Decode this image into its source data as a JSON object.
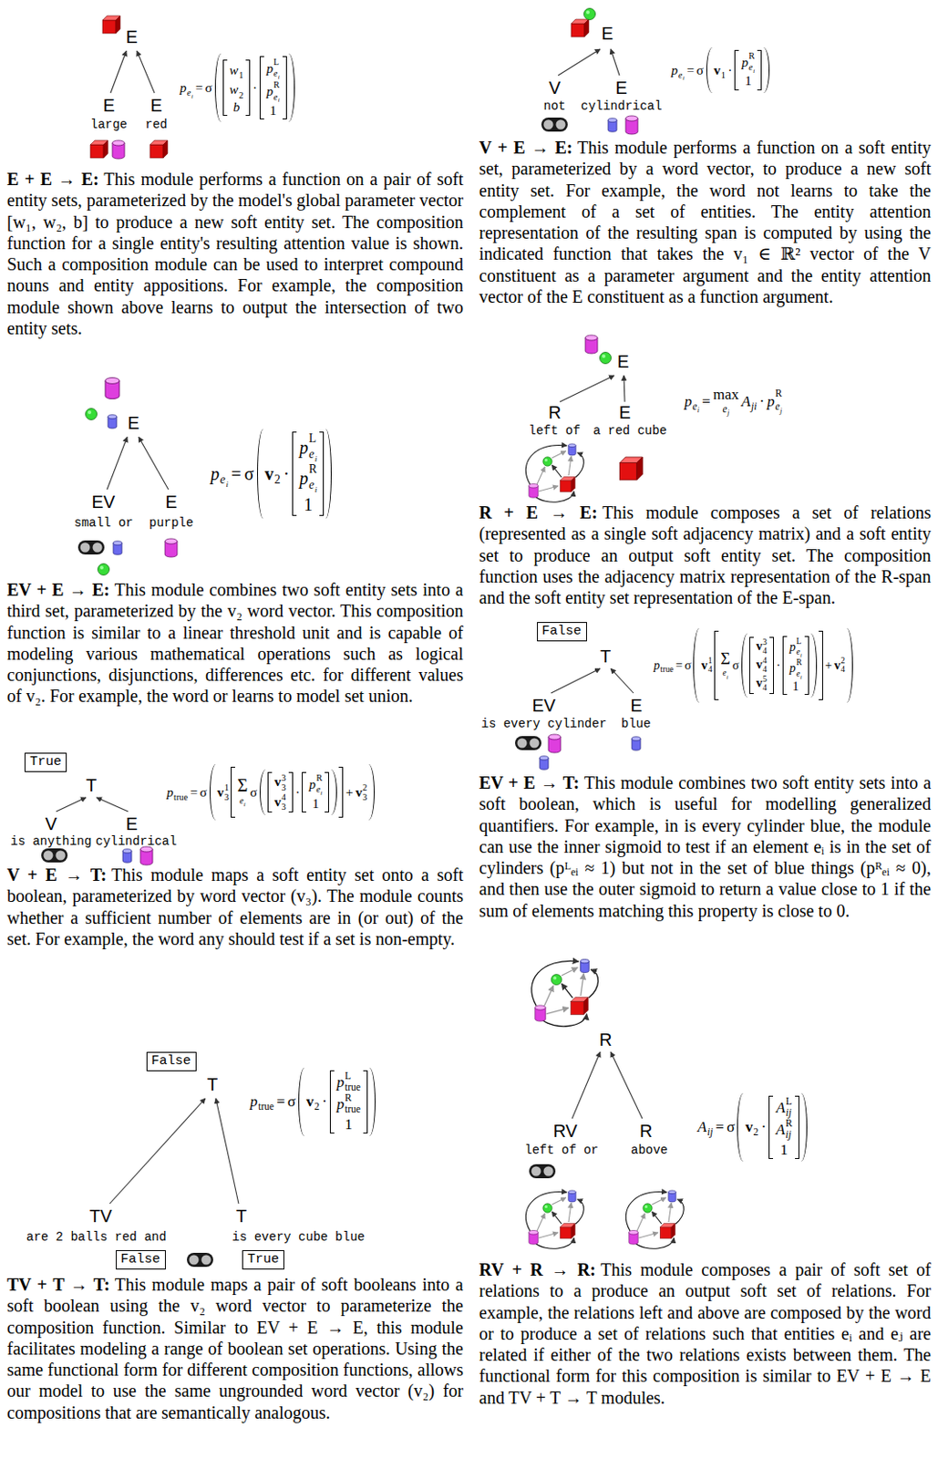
{
  "diagram": {
    "nodes": [
      {
        "text": [
          "True"
        ]
      },
      {
        "text": [
          "False"
        ]
      },
      {
        "text": [
          "False"
        ]
      },
      {
        "text": [
          "False"
        ]
      },
      {
        "text": [
          "True"
        ]
      }
    ],
    "labels": [
      "E",
      "E",
      "E",
      "large",
      "red",
      "p",
      "e",
      "i",
      "=",
      "σ",
      "w",
      "1",
      "w",
      "2",
      "b",
      "·",
      "p",
      "L",
      "e",
      "i",
      "p",
      "R",
      "e",
      "i",
      "1",
      "E + E → E:",
      "This module performs a function on a pair of soft entity sets, parameterized by the model's global parameter vector [w₁, w₂, b] to produce a new soft entity set. The composition function for a single entity's resulting attention value is shown. Such a composition module can be used to interpret compound nouns and entity appositions. For example, the composition module shown above learns to output the intersection of two entity sets.",
      "E",
      "V",
      "E",
      "not",
      "cylindrical",
      "p",
      "e",
      "i",
      "=",
      "σ",
      "v",
      "1",
      "·",
      "p",
      "R",
      "e",
      "i",
      "1",
      "V + E → E:",
      "This module performs a function on a soft entity set, parameterized by a word vector, to produce a new soft entity set. For example, the word not learns to take the complement of a set of entities. The entity attention representation of the resulting span is computed by using the indicated function that takes the v₁ ∈ ℝ² vector of the V constituent as a parameter argument and the entity attention vector of the E constituent as a function argument.",
      "E",
      "EV",
      "E",
      "small or",
      "purple",
      "p",
      "e",
      "i",
      "=",
      "σ",
      "v",
      "2",
      "·",
      "p",
      "L",
      "e",
      "i",
      "p",
      "R",
      "e",
      "i",
      "1",
      "EV + E → E:",
      "This module combines two soft entity sets into a third set, parameterized by the v₂ word vector. This composition function is similar to a linear threshold unit and is capable of modeling various mathematical operations such as logical conjunctions, disjunctions, differences etc. for different values of v₂. For example, the word or learns to model set union.",
      "E",
      "R",
      "E",
      "left of",
      "a red cube",
      "p",
      "e",
      "i",
      "=",
      "max",
      "e",
      "j",
      "A",
      "ji",
      "·",
      "p",
      "R",
      "e",
      "j",
      "R + E → E:",
      "This module composes a set of relations (represented as a single soft adjacency matrix) and a soft entity set to produce an output soft entity set. The composition function uses the adjacency matrix representation of the R-span and the soft entity set representation of the E-span.",
      "T",
      "V",
      "E",
      "is anything",
      "cylindrical",
      "p",
      "true",
      "=",
      "σ",
      "v",
      "1",
      "3",
      "Σ",
      "e",
      "i",
      "σ",
      "v",
      "3",
      "3",
      "v",
      "4",
      "3",
      "·",
      "p",
      "R",
      "e",
      "i",
      "1",
      "+",
      "v",
      "2",
      "3",
      "V + E → T:",
      "This module maps a soft entity set onto a soft boolean, parameterized by word vector (v₃). The module counts whether a sufficient number of elements are in (or out) of the set. For example, the word any should test if a set is non-empty.",
      "T",
      "EV",
      "E",
      "is every cylinder",
      "blue",
      "p",
      "true",
      "=",
      "σ",
      "v",
      "1",
      "4",
      "Σ",
      "e",
      "i",
      "σ",
      "v",
      "3",
      "4",
      "v",
      "4",
      "4",
      "v",
      "5",
      "4",
      "·",
      "p",
      "L",
      "e",
      "i",
      "p",
      "R",
      "e",
      "i",
      "1",
      "+",
      "v",
      "2",
      "4",
      "EV + E → T:",
      "This module combines two soft entity sets into a soft boolean, which is useful for modelling generalized quantifiers. For example, in is every cylinder blue, the module can use the inner sigmoid to test if an element eᵢ is in the set of cylinders (pᴸₑᵢ ≈ 1) but not in the set of blue things (pᴿₑᵢ ≈ 0), and then use the outer sigmoid to return a value close to 1 if the sum of elements matching this property is close to 0.",
      "T",
      "TV",
      "T",
      "are 2 balls red and",
      "is every cube blue",
      "p",
      "true",
      "=",
      "σ",
      "v",
      "2",
      "·",
      "p",
      "L",
      "true",
      "p",
      "R",
      "true",
      "1",
      "TV + T → T:",
      "This module maps a pair of soft booleans into a soft boolean using the v₂ word vector to parameterize the composition function. Similar to EV + E → E, this module facilitates modeling a range of boolean set operations. Using the same functional form for different composition functions, allows our model to use the same ungrounded word vector (v₂) for compositions that are semantically analogous.",
      "R",
      "RV",
      "R",
      "left of or",
      "above",
      "A",
      "ij",
      "=",
      "σ",
      "v",
      "2",
      "·",
      "A",
      "L",
      "ij",
      "A",
      "R",
      "ij",
      "1",
      "RV + R → R:",
      "This module composes a pair of soft set of relations to a produce an output soft set of relations. For example, the relations left and above are composed by the word or to produce a set of relations such that entities eᵢ and eⱼ are related if either of the two relations exists between them. The functional form for this composition is similar to EV + E → E and TV + T → T modules."
    ]
  }
}
